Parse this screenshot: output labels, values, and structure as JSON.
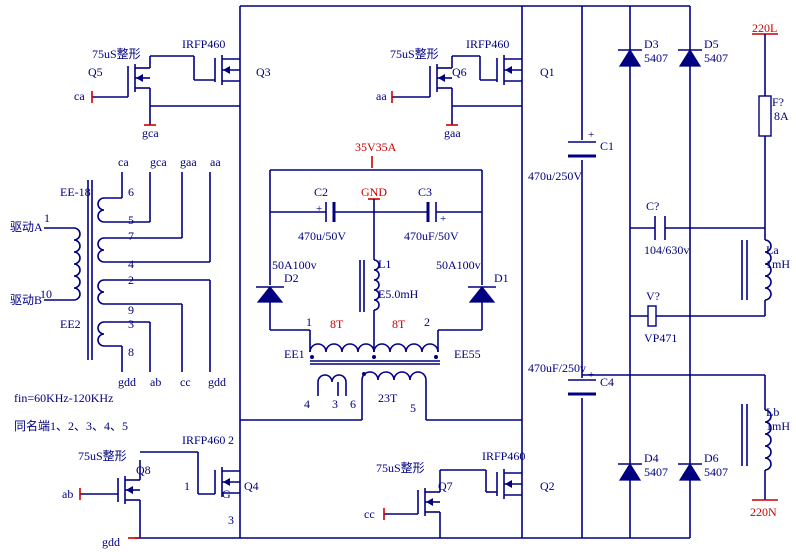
{
  "diagram": {
    "labels": {
      "q5_note": "75uS整形",
      "q5": "Q5",
      "q3_type": "IRFP460",
      "q3": "Q3",
      "ca": "ca",
      "gca": "gca",
      "q6_note": "75uS整形",
      "q6": "Q6",
      "q1_type": "IRFP460",
      "q1": "Q1",
      "aa": "aa",
      "gaa": "gaa",
      "v35": "35V35A",
      "gnd": "GND",
      "c2": "C2",
      "c2_val": "470u/50V",
      "c3": "C3",
      "c3_val": "470uF/50V",
      "d2_val": "50A100v",
      "d2": "D2",
      "l1": "L1",
      "l1_val": "E5.0mH",
      "d1_val": "50A100v",
      "d1": "D1",
      "c1": "C1",
      "c1_val": "470u/250V",
      "c4": "C4",
      "c4_val": "470uF/250v",
      "d3": "D3",
      "d3_val": "5407",
      "d5": "D5",
      "d5_val": "5407",
      "d4": "D4",
      "d4_val": "5407",
      "d6": "D6",
      "d6_val": "5407",
      "cq": "C?",
      "cq_val": "104/630v",
      "vq": "V?",
      "vq_val": "VP471",
      "l220": "220L",
      "n220": "220N",
      "fuse": "F?",
      "fuse_val": "8A",
      "la": "La",
      "la_val": "1mH",
      "lb": "Lb",
      "lb_val": "1mH",
      "ee18": "EE-18",
      "ee2": "EE2",
      "drive_a": "驱动A",
      "drive_b": "驱动B",
      "pin1": "1",
      "pin10": "10",
      "sec": {
        "ca": "ca",
        "gca": "gca",
        "gaa": "gaa",
        "aa": "aa",
        "gdd": "gdd",
        "ab": "ab",
        "cc": "cc",
        "gdd2": "gdd"
      },
      "pins": {
        "p6": "6",
        "p5": "5",
        "p7": "7",
        "p4": "4",
        "p2": "2",
        "p9": "9",
        "p3": "3",
        "p8": "8"
      },
      "fin": "fin=60KHz-120KHz",
      "same_end": "同名端1、2、3、4、5",
      "t1": "1",
      "t2": "2",
      "t8a": "8T",
      "t8b": "8T",
      "ee1": "EE1",
      "ee55": "EE55",
      "t4": "4",
      "t3": "3",
      "t6": "6",
      "t23": "23T",
      "t5": "5",
      "q8_note": "75uS整形",
      "q8": "Q8",
      "q4_type": "IRFP460",
      "q4": "Q4",
      "q4_g": "G",
      "q4_d": "2",
      "q4_s": "3",
      "q4_in": "1",
      "ab": "ab",
      "gdd": "gdd",
      "q7_note": "75uS整形",
      "q7": "Q7",
      "q2_type": "IRFP460",
      "q2": "Q2",
      "cc": "cc"
    }
  }
}
